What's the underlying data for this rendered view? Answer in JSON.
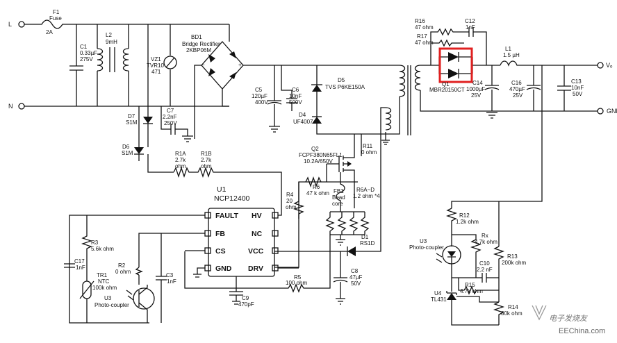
{
  "terminals": {
    "line": "L",
    "neutral": "N",
    "vo": "Vₒ",
    "gnd": "GND"
  },
  "fuse": {
    "ref": "F1",
    "name": "Fuse",
    "value": "2A"
  },
  "c1": {
    "ref": "C1",
    "value": "0.33µF",
    "rating": "275V"
  },
  "l2": {
    "ref": "L2",
    "value": "9mH"
  },
  "vz1": {
    "ref": "VZ1",
    "part": "TVR10",
    "value": "471"
  },
  "bd1": {
    "ref": "BD1",
    "name": "Bridge Rectifier",
    "part": "2KBP06M"
  },
  "c7": {
    "ref": "C7",
    "value": "2.2nF",
    "rating": "250V"
  },
  "d7": {
    "ref": "D7",
    "part": "S1M"
  },
  "d6": {
    "ref": "D6",
    "part": "S1M"
  },
  "c5": {
    "ref": "C5",
    "value": "120µF",
    "rating": "400V"
  },
  "c6": {
    "ref": "C6",
    "value": "10nF",
    "rating": "500V"
  },
  "d5": {
    "ref": "D5",
    "part": "TVS P6KE150A"
  },
  "d4": {
    "ref": "D4",
    "part": "UF4007"
  },
  "r1a": {
    "ref": "R1A",
    "value": "2.7k",
    "unit": "ohm"
  },
  "r1b": {
    "ref": "R1B",
    "value": "2.7k",
    "unit": "ohm"
  },
  "q2": {
    "ref": "Q2",
    "part": "FCPF380N65FL1",
    "rating": "10.2A/650V"
  },
  "r11": {
    "ref": "R11",
    "value": "0 ohm"
  },
  "r6": {
    "ref": "R6",
    "value": "47 k ohm"
  },
  "r4": {
    "ref": "R4",
    "value": "20",
    "unit": "ohm"
  },
  "fb1": {
    "ref": "FB1",
    "name": "Bead",
    "name2": "core"
  },
  "r6ad": {
    "ref": "R6A~D",
    "value": "1.2 ohm *4"
  },
  "d1": {
    "ref": "D1",
    "part": "RS1D"
  },
  "c8": {
    "ref": "C8",
    "value": "47µF",
    "rating": "50V"
  },
  "r5": {
    "ref": "R5",
    "value": "100 ohm"
  },
  "c9": {
    "ref": "C9",
    "value": "470pF"
  },
  "u1": {
    "ref": "U1",
    "part": "NCP12400",
    "pins": {
      "fault": "FAULT",
      "hv": "HV",
      "fb": "FB",
      "nc": "NC",
      "cs": "CS",
      "vcc": "VCC",
      "gnd": "GND",
      "drv": "DRV"
    }
  },
  "r3": {
    "ref": "R3",
    "value": "5.6k ohm"
  },
  "c17": {
    "ref": "C17",
    "value": "1nF"
  },
  "tr1": {
    "ref": "TR1",
    "type": "NTC",
    "value": "100k ohm"
  },
  "r2": {
    "ref": "R2",
    "value": "0 ohm"
  },
  "c3": {
    "ref": "C3",
    "value": "1nF"
  },
  "u3a": {
    "ref": "U3",
    "name": "Photo-coupler"
  },
  "r16": {
    "ref": "R16",
    "value": "47 ohm"
  },
  "r17": {
    "ref": "R17",
    "value": "47 ohm"
  },
  "c12": {
    "ref": "C12",
    "value": "1nF"
  },
  "q1": {
    "ref": "Q1",
    "part": "MBR20150CT"
  },
  "c14": {
    "ref": "C14",
    "value": "1000µF",
    "rating": "25V"
  },
  "l1": {
    "ref": "L1",
    "value": "1.5 µH"
  },
  "c16": {
    "ref": "C16",
    "value": "470µF",
    "rating": "25V"
  },
  "c13": {
    "ref": "C13",
    "value": "10nF",
    "rating": "50V"
  },
  "r12": {
    "ref": "R12",
    "value": "1.2k ohm"
  },
  "u3b": {
    "ref": "U3",
    "name": "Photo-coupler"
  },
  "rx": {
    "ref": "Rx",
    "value": "4.7k ohm"
  },
  "r13": {
    "ref": "R13",
    "value": "200k ohm"
  },
  "c10": {
    "ref": "C10",
    "value": "2.2 nF"
  },
  "r15": {
    "ref": "R15",
    "value": "4.7k ohm"
  },
  "u4": {
    "ref": "U4",
    "part": "TL431"
  },
  "r14": {
    "ref": "R14",
    "value": "30k ohm"
  },
  "highlight": {
    "color": "#e02020"
  },
  "watermark": {
    "cn": "电子发烧友",
    "url": "EEChina.com"
  }
}
